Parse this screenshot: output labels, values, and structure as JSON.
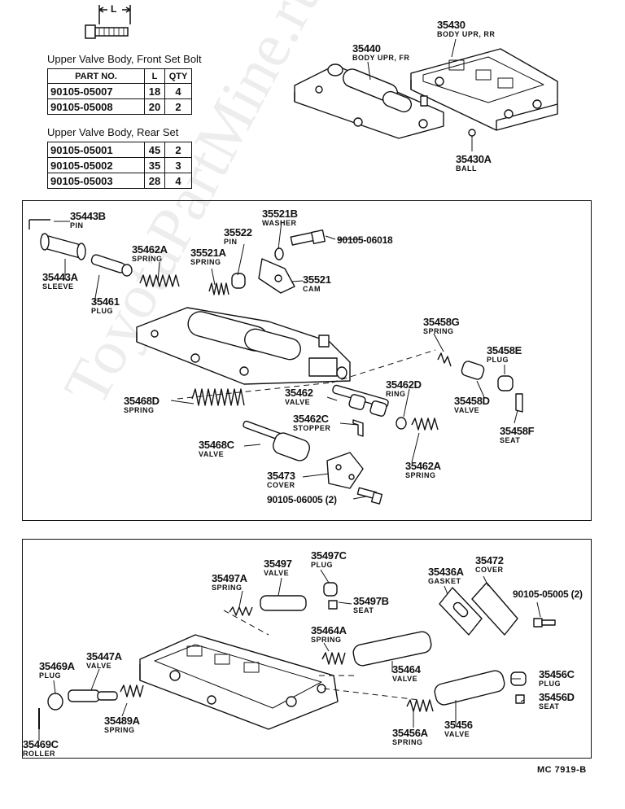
{
  "bolt_key": {
    "dimension_label": "L"
  },
  "front_table": {
    "title": "Upper Valve Body, Front Set Bolt",
    "headers": [
      "PART NO.",
      "L",
      "QTY"
    ],
    "rows": [
      {
        "part": "90105-05007",
        "l": "18",
        "qty": "4"
      },
      {
        "part": "90105-05008",
        "l": "20",
        "qty": "2"
      }
    ]
  },
  "rear_table": {
    "title": "Upper Valve Body, Rear Set",
    "rows": [
      {
        "part": "90105-05001",
        "l": "45",
        "qty": "2"
      },
      {
        "part": "90105-05002",
        "l": "35",
        "qty": "3"
      },
      {
        "part": "90105-05003",
        "l": "28",
        "qty": "4"
      }
    ]
  },
  "top_parts": [
    {
      "num": "35430",
      "name": "BODY UPR, RR"
    },
    {
      "num": "35440",
      "name": "BODY UPR, FR"
    },
    {
      "num": "35430A",
      "name": "BALL"
    }
  ],
  "front_parts": [
    {
      "num": "35443B",
      "name": "PIN"
    },
    {
      "num": "35443A",
      "name": "SLEEVE"
    },
    {
      "num": "35461",
      "name": "PLUG"
    },
    {
      "num": "35462A",
      "name": "SPRING"
    },
    {
      "num": "35522",
      "name": "PIN"
    },
    {
      "num": "35521A",
      "name": "SPRING"
    },
    {
      "num": "35521B",
      "name": "WASHER"
    },
    {
      "num": "35521",
      "name": "CAM"
    },
    {
      "num": "35458G",
      "name": "SPRING"
    },
    {
      "num": "35458E",
      "name": "PLUG"
    },
    {
      "num": "35458D",
      "name": "VALVE"
    },
    {
      "num": "35458F",
      "name": "SEAT"
    },
    {
      "num": "35462",
      "name": "VALVE"
    },
    {
      "num": "35462D",
      "name": "RING"
    },
    {
      "num": "35468D",
      "name": "SPRING"
    },
    {
      "num": "35462C",
      "name": "STOPPER"
    },
    {
      "num": "35468C",
      "name": "VALVE"
    },
    {
      "num": "35462A",
      "name": "SPRING"
    },
    {
      "num": "35473",
      "name": "COVER"
    }
  ],
  "front_bolts": {
    "upper": "90105-06018",
    "lower": "90105-06005 (2)"
  },
  "rear_parts": [
    {
      "num": "35497",
      "name": "VALVE"
    },
    {
      "num": "35497C",
      "name": "PLUG"
    },
    {
      "num": "35497A",
      "name": "SPRING"
    },
    {
      "num": "35497B",
      "name": "SEAT"
    },
    {
      "num": "35436A",
      "name": "GASKET"
    },
    {
      "num": "35472",
      "name": "COVER"
    },
    {
      "num": "35464A",
      "name": "SPRING"
    },
    {
      "num": "35464",
      "name": "VALVE"
    },
    {
      "num": "35456C",
      "name": "PLUG"
    },
    {
      "num": "35456D",
      "name": "SEAT"
    },
    {
      "num": "35469A",
      "name": "PLUG"
    },
    {
      "num": "35447A",
      "name": "VALVE"
    },
    {
      "num": "35489A",
      "name": "SPRING"
    },
    {
      "num": "35469C",
      "name": "ROLLER"
    },
    {
      "num": "35456A",
      "name": "SPRING"
    },
    {
      "num": "35456",
      "name": "VALVE"
    }
  ],
  "rear_bolt": "90105-05005 (2)",
  "watermark": "ToyotaPartMine.ru",
  "code": "MC  7919-B"
}
